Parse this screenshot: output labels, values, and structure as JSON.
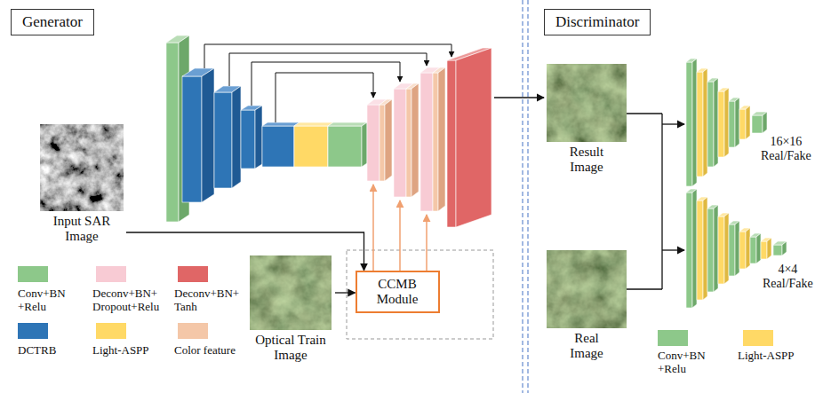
{
  "diagram": {
    "nodes": [
      {
        "text": [
          "Generator"
        ]
      },
      {
        "text": [
          "Input SAR Image"
        ]
      },
      {
        "text": [
          "Optical Train Image"
        ]
      },
      {
        "text": [
          "CCMB Module"
        ]
      },
      {
        "text": [
          "Discriminator"
        ]
      },
      {
        "text": [
          "Result Image"
        ]
      },
      {
        "text": [
          "Real Image"
        ]
      }
    ],
    "edges": [
      {
        "from": 1,
        "to": 3,
        "arrow": "to"
      },
      {
        "from": 2,
        "to": 3,
        "arrow": "to"
      }
    ],
    "labels": [
      "16×16 Real/Fake",
      "4×4 Real/Fake"
    ],
    "legend": [
      {
        "text": "Conv+BN +Relu",
        "color": "#8dc88a"
      },
      {
        "text": "Deconv+BN+ Dropout+Relu",
        "color": "#f8cbd4"
      },
      {
        "text": "Deconv+BN+ Tanh",
        "color": "#e06666"
      },
      {
        "text": "DCTRB",
        "color": "#2e75b6"
      },
      {
        "text": "Light-ASPP",
        "color": "#ffd966"
      },
      {
        "text": "Color feature",
        "color": "#f4c7a8"
      },
      {
        "text": "Conv+BN +Relu",
        "color": "#8dc88a"
      },
      {
        "text": "Light-ASPP",
        "color": "#ffd966"
      }
    ]
  }
}
